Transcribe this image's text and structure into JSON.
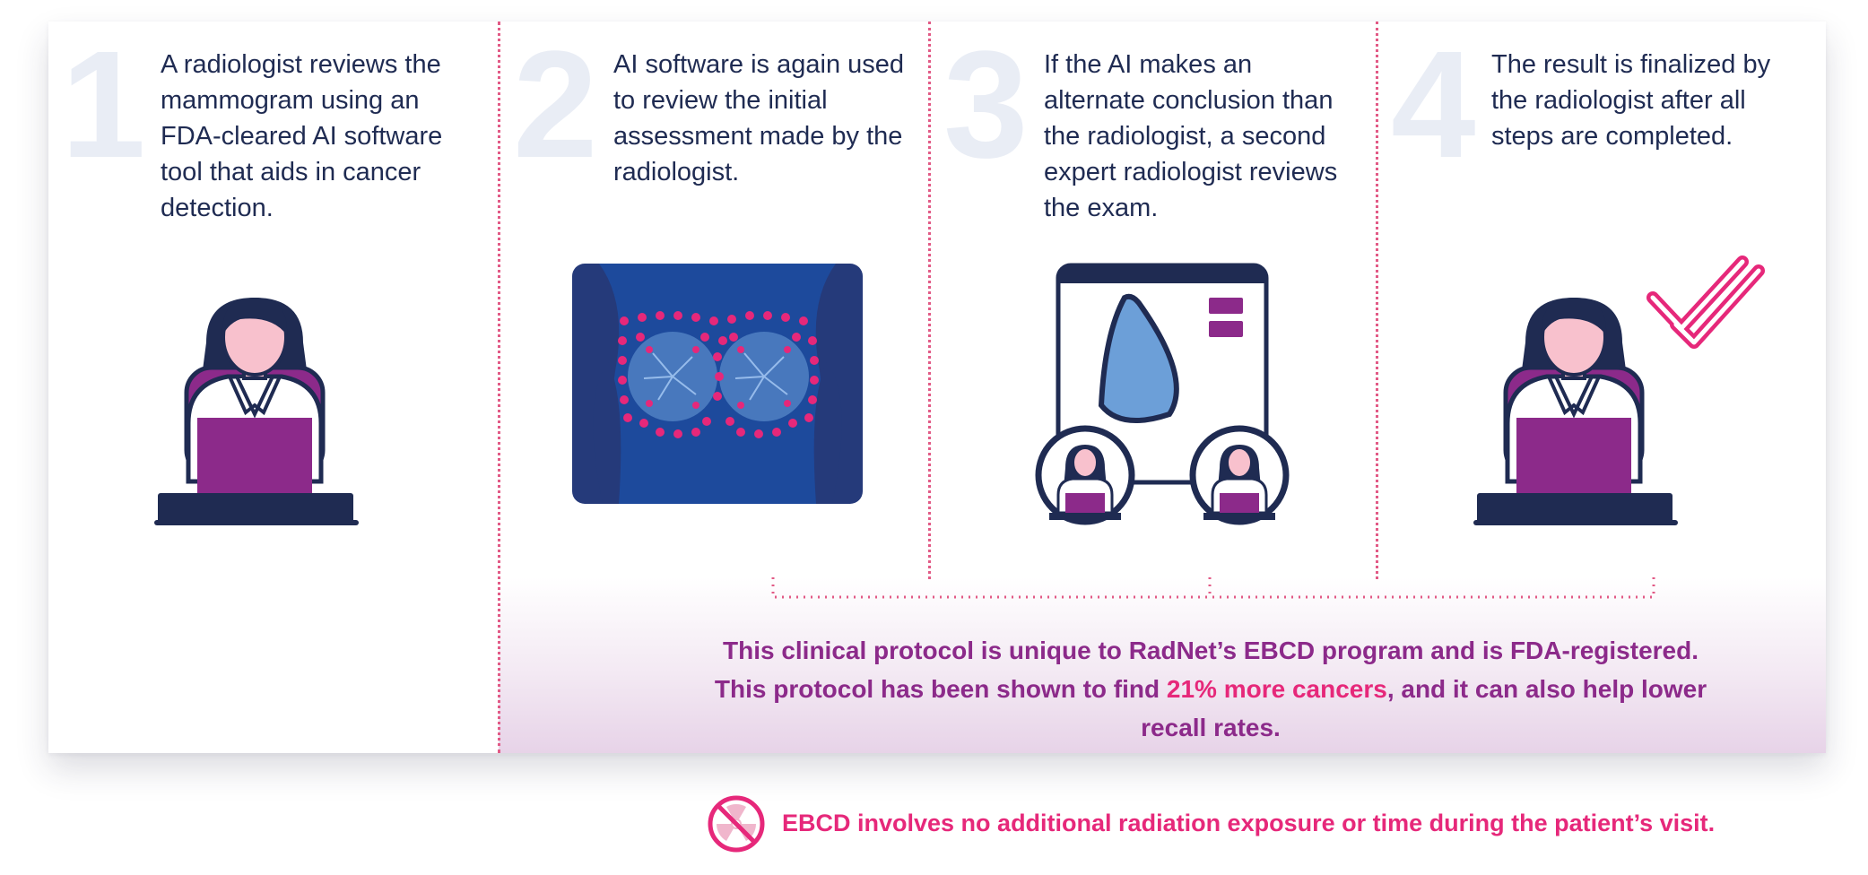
{
  "steps": [
    {
      "number": "1",
      "text": "A radiologist reviews the mammogram using an FDA-cleared AI software tool that aids in cancer detection.",
      "illustration": "radiologist-at-laptop-icon"
    },
    {
      "number": "2",
      "text": "AI software is again used to review the initial assessment made by the radiologist.",
      "illustration": "mammogram-ai-scan-icon"
    },
    {
      "number": "3",
      "text": "If the AI makes an alternate conclusion than the radiologist, a second expert radiologist reviews the exam.",
      "illustration": "second-reader-review-icon"
    },
    {
      "number": "4",
      "text": "The result is finalized by the radiologist after all steps are completed.",
      "illustration": "radiologist-double-check-icon"
    }
  ],
  "protocol": {
    "text_before": "This clinical protocol is unique to RadNet’s EBCD program and is FDA-registered. This protocol has been shown to find ",
    "highlight": "21% more cancers",
    "text_after": ", and it can also help lower recall rates."
  },
  "note": {
    "icon": "no-radiation-icon",
    "text": "EBCD involves no additional radiation exposure or time during the patient’s visit."
  },
  "colors": {
    "navy": "#1f2b52",
    "purple": "#8c2a8a",
    "pink": "#e6287a",
    "light_blue": "#6c9fd8",
    "scan_blue": "#1d4a9c",
    "numeral": "#e9edf5",
    "divider": "#e25a86"
  }
}
